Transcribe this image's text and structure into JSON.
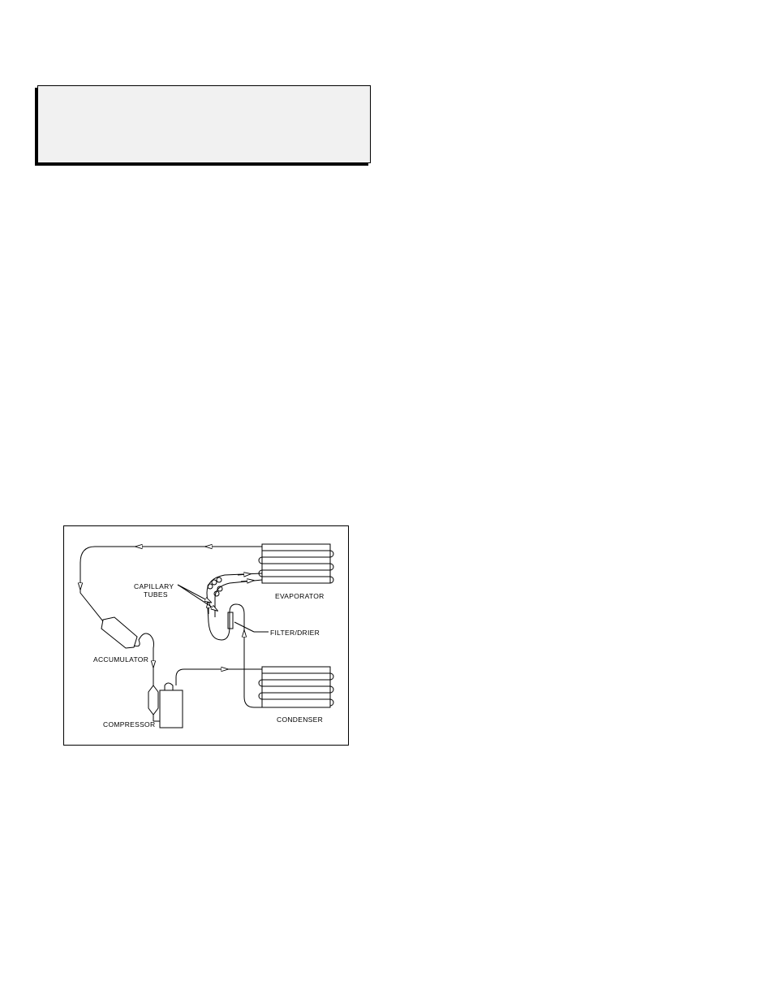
{
  "note_box": {
    "fill": "#f1f1f1",
    "border": "#000000"
  },
  "diagram": {
    "labels": {
      "capillary_tubes_1": "CAPILLARY",
      "capillary_tubes_2": "TUBES",
      "evaporator": "EVAPORATOR",
      "filter_drier": "FILTER/DRIER",
      "accumulator": "ACCUMULATOR",
      "compressor": "COMPRESSOR",
      "condenser": "CONDENSER"
    }
  }
}
